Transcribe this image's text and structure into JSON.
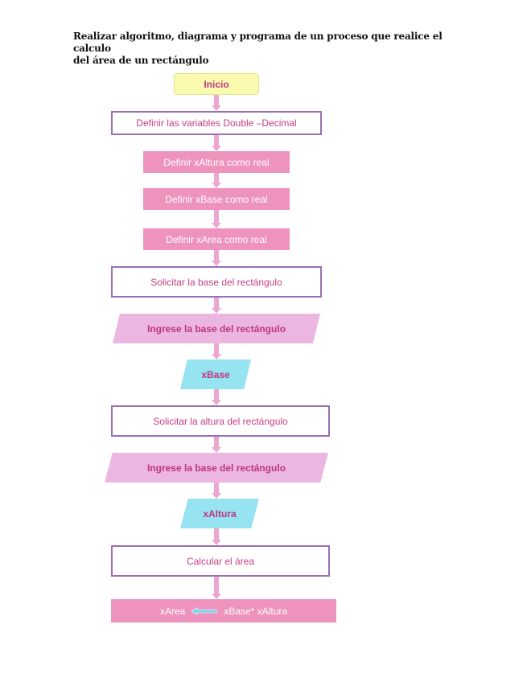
{
  "document": {
    "title_line1": "Realizar algoritmo, diagrama y programa de un proceso que realice el calculo",
    "title_line2": "del área de un rectángulo"
  },
  "flowchart": {
    "start": "Inicio",
    "define_variables": "Definir las variables Double –Decimal",
    "define_xaltura": "Definir xAltura como real",
    "define_xbase": "Definir xBase como real",
    "define_xarea": "Definir xArea como real",
    "request_base": "Solicitar la base del rectángulo",
    "input_base_prompt": "Ingrese la base del rectángulo",
    "input_base_var": "xBase",
    "request_height": "Solicitar la altura del rectángulo",
    "input_height_prompt": "Ingrese la base del rectángulo",
    "input_height_var": "xAltura",
    "calculate": "Calcular el área",
    "assign_target": "xArea",
    "assign_expression": "xBase* xAltura"
  },
  "colors": {
    "terminator_fill": "#fbfbb0",
    "outline_border": "#9a6fb5",
    "process_fill": "#ed93bd",
    "io_pink_fill": "#ebb6df",
    "io_cyan_fill": "#96e3f1",
    "connector": "#eba6d2",
    "assign_arrow": "#7fd3ea",
    "text_magenta": "#c0357d"
  }
}
